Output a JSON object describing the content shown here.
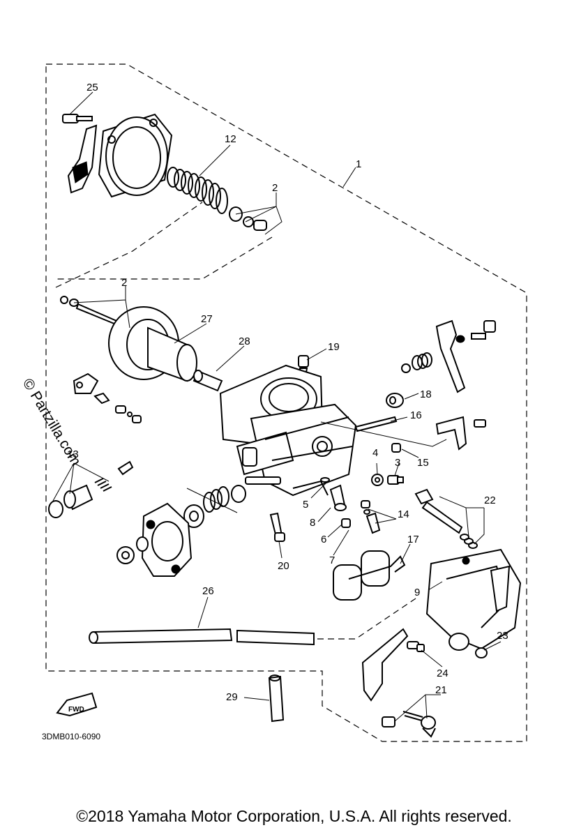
{
  "callouts": [
    {
      "id": "c1",
      "label": "1"
    },
    {
      "id": "c2a",
      "label": "2"
    },
    {
      "id": "c2b",
      "label": "2"
    },
    {
      "id": "c3",
      "label": "3"
    },
    {
      "id": "c4",
      "label": "4"
    },
    {
      "id": "c5",
      "label": "5"
    },
    {
      "id": "c6",
      "label": "6"
    },
    {
      "id": "c7",
      "label": "7"
    },
    {
      "id": "c8",
      "label": "8"
    },
    {
      "id": "c9",
      "label": "9"
    },
    {
      "id": "c12",
      "label": "12"
    },
    {
      "id": "c13",
      "label": "13"
    },
    {
      "id": "c14",
      "label": "14"
    },
    {
      "id": "c15",
      "label": "15"
    },
    {
      "id": "c16",
      "label": "16"
    },
    {
      "id": "c17",
      "label": "17"
    },
    {
      "id": "c18",
      "label": "18"
    },
    {
      "id": "c19",
      "label": "19"
    },
    {
      "id": "c20",
      "label": "20"
    },
    {
      "id": "c21",
      "label": "21"
    },
    {
      "id": "c22",
      "label": "22"
    },
    {
      "id": "c23",
      "label": "23"
    },
    {
      "id": "c24",
      "label": "24"
    },
    {
      "id": "c25",
      "label": "25"
    },
    {
      "id": "c26",
      "label": "26"
    },
    {
      "id": "c27",
      "label": "27"
    },
    {
      "id": "c28",
      "label": "28"
    },
    {
      "id": "c29",
      "label": "29"
    }
  ],
  "fwd_label": "FWD",
  "diagram_code": "3DMB010-6090",
  "watermark": "© Partzilla.com",
  "copyright": "©2018 Yamaha Motor Corporation, U.S.A. All rights reserved."
}
